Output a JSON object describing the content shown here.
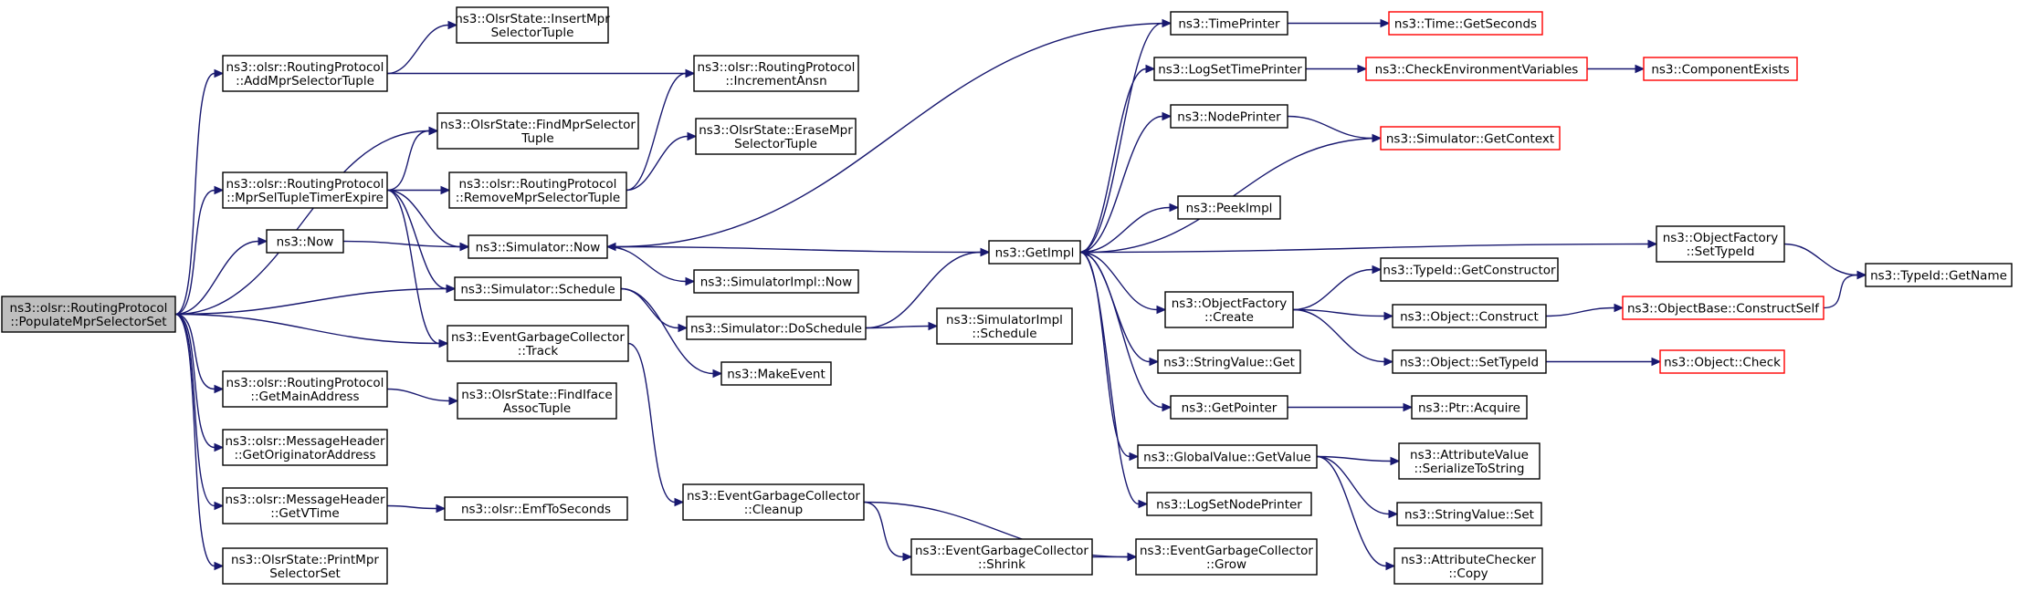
{
  "colors": {
    "edge": "#191970",
    "normal_border": "#000000",
    "truncated_border": "#ff0000",
    "root_fill": "#bfbfbf",
    "node_fill": "#ffffff"
  },
  "diagram": {
    "nodes": [
      {
        "id": "root",
        "lines": [
          "ns3::olsr::RoutingProtocol",
          "::PopulateMprSelectorSet"
        ],
        "kind": "root"
      },
      {
        "id": "addMprSel",
        "lines": [
          "ns3::olsr::RoutingProtocol",
          "::AddMprSelectorTuple"
        ],
        "kind": "normal"
      },
      {
        "id": "insertMpr",
        "lines": [
          "ns3::OlsrState::InsertMpr",
          "SelectorTuple"
        ],
        "kind": "normal"
      },
      {
        "id": "incAnsn",
        "lines": [
          "ns3::olsr::RoutingProtocol",
          "::IncrementAnsn"
        ],
        "kind": "normal"
      },
      {
        "id": "findMpr",
        "lines": [
          "ns3::OlsrState::FindMprSelector",
          "Tuple"
        ],
        "kind": "normal"
      },
      {
        "id": "eraseMpr",
        "lines": [
          "ns3::OlsrState::EraseMpr",
          "SelectorTuple"
        ],
        "kind": "normal"
      },
      {
        "id": "mprSelExpire",
        "lines": [
          "ns3::olsr::RoutingProtocol",
          "::MprSelTupleTimerExpire"
        ],
        "kind": "normal"
      },
      {
        "id": "removeMpr",
        "lines": [
          "ns3::olsr::RoutingProtocol",
          "::RemoveMprSelectorTuple"
        ],
        "kind": "normal"
      },
      {
        "id": "now",
        "lines": [
          "ns3::Now"
        ],
        "kind": "normal"
      },
      {
        "id": "simNow",
        "lines": [
          "ns3::Simulator::Now"
        ],
        "kind": "normal"
      },
      {
        "id": "simImplNow",
        "lines": [
          "ns3::SimulatorImpl::Now"
        ],
        "kind": "normal"
      },
      {
        "id": "simSchedule",
        "lines": [
          "ns3::Simulator::Schedule"
        ],
        "kind": "normal"
      },
      {
        "id": "simDoSchedule",
        "lines": [
          "ns3::Simulator::DoSchedule"
        ],
        "kind": "normal"
      },
      {
        "id": "simImplSchedule",
        "lines": [
          "ns3::SimulatorImpl",
          "::Schedule"
        ],
        "kind": "normal"
      },
      {
        "id": "egcTrack",
        "lines": [
          "ns3::EventGarbageCollector",
          "::Track"
        ],
        "kind": "normal"
      },
      {
        "id": "makeEvent",
        "lines": [
          "ns3::MakeEvent"
        ],
        "kind": "normal"
      },
      {
        "id": "getMainAddr",
        "lines": [
          "ns3::olsr::RoutingProtocol",
          "::GetMainAddress"
        ],
        "kind": "normal"
      },
      {
        "id": "findIface",
        "lines": [
          "ns3::OlsrState::FindIface",
          "AssocTuple"
        ],
        "kind": "normal"
      },
      {
        "id": "getOrigAddr",
        "lines": [
          "ns3::olsr::MessageHeader",
          "::GetOriginatorAddress"
        ],
        "kind": "normal"
      },
      {
        "id": "getVTime",
        "lines": [
          "ns3::olsr::MessageHeader",
          "::GetVTime"
        ],
        "kind": "normal"
      },
      {
        "id": "emfToSec",
        "lines": [
          "ns3::olsr::EmfToSeconds"
        ],
        "kind": "normal"
      },
      {
        "id": "printMpr",
        "lines": [
          "ns3::OlsrState::PrintMpr",
          "SelectorSet"
        ],
        "kind": "normal"
      },
      {
        "id": "egcCleanup",
        "lines": [
          "ns3::EventGarbageCollector",
          "::Cleanup"
        ],
        "kind": "normal"
      },
      {
        "id": "egcShrink",
        "lines": [
          "ns3::EventGarbageCollector",
          "::Shrink"
        ],
        "kind": "normal"
      },
      {
        "id": "egcGrow",
        "lines": [
          "ns3::EventGarbageCollector",
          "::Grow"
        ],
        "kind": "normal"
      },
      {
        "id": "getImpl",
        "lines": [
          "ns3::GetImpl"
        ],
        "kind": "normal"
      },
      {
        "id": "timePrinter",
        "lines": [
          "ns3::TimePrinter"
        ],
        "kind": "normal"
      },
      {
        "id": "timeGetSec",
        "lines": [
          "ns3::Time::GetSeconds"
        ],
        "kind": "truncated"
      },
      {
        "id": "logSetTime",
        "lines": [
          "ns3::LogSetTimePrinter"
        ],
        "kind": "normal"
      },
      {
        "id": "checkEnv",
        "lines": [
          "ns3::CheckEnvironmentVariables"
        ],
        "kind": "truncated"
      },
      {
        "id": "compExists",
        "lines": [
          "ns3::ComponentExists"
        ],
        "kind": "truncated"
      },
      {
        "id": "nodePrinter",
        "lines": [
          "ns3::NodePrinter"
        ],
        "kind": "normal"
      },
      {
        "id": "simGetCtx",
        "lines": [
          "ns3::Simulator::GetContext"
        ],
        "kind": "truncated"
      },
      {
        "id": "peekImpl",
        "lines": [
          "ns3::PeekImpl"
        ],
        "kind": "normal"
      },
      {
        "id": "ofSetTypeId",
        "lines": [
          "ns3::ObjectFactory",
          "::SetTypeId"
        ],
        "kind": "normal"
      },
      {
        "id": "typeIdGetName",
        "lines": [
          "ns3::TypeId::GetName"
        ],
        "kind": "normal"
      },
      {
        "id": "ofCreate",
        "lines": [
          "ns3::ObjectFactory",
          "::Create"
        ],
        "kind": "normal"
      },
      {
        "id": "typeIdGetCtor",
        "lines": [
          "ns3::TypeId::GetConstructor"
        ],
        "kind": "normal"
      },
      {
        "id": "objConstruct",
        "lines": [
          "ns3::Object::Construct"
        ],
        "kind": "normal"
      },
      {
        "id": "objBaseConstruct",
        "lines": [
          "ns3::ObjectBase::ConstructSelf"
        ],
        "kind": "truncated"
      },
      {
        "id": "objSetTypeId",
        "lines": [
          "ns3::Object::SetTypeId"
        ],
        "kind": "normal"
      },
      {
        "id": "objCheck",
        "lines": [
          "ns3::Object::Check"
        ],
        "kind": "truncated"
      },
      {
        "id": "strValGet",
        "lines": [
          "ns3::StringValue::Get"
        ],
        "kind": "normal"
      },
      {
        "id": "getPointer",
        "lines": [
          "ns3::GetPointer"
        ],
        "kind": "normal"
      },
      {
        "id": "ptrAcquire",
        "lines": [
          "ns3::Ptr::Acquire"
        ],
        "kind": "normal"
      },
      {
        "id": "globalGet",
        "lines": [
          "ns3::GlobalValue::GetValue"
        ],
        "kind": "normal"
      },
      {
        "id": "attrSerialize",
        "lines": [
          "ns3::AttributeValue",
          "::SerializeToString"
        ],
        "kind": "normal"
      },
      {
        "id": "strValSet",
        "lines": [
          "ns3::StringValue::Set"
        ],
        "kind": "normal"
      },
      {
        "id": "attrCheckerCopy",
        "lines": [
          "ns3::AttributeChecker",
          "::Copy"
        ],
        "kind": "normal"
      },
      {
        "id": "logSetNode",
        "lines": [
          "ns3::LogSetNodePrinter"
        ],
        "kind": "normal"
      }
    ],
    "edges": [
      [
        "root",
        "addMprSel"
      ],
      [
        "root",
        "findMpr"
      ],
      [
        "root",
        "mprSelExpire"
      ],
      [
        "root",
        "now"
      ],
      [
        "root",
        "simSchedule"
      ],
      [
        "root",
        "egcTrack"
      ],
      [
        "root",
        "getMainAddr"
      ],
      [
        "root",
        "getOrigAddr"
      ],
      [
        "root",
        "getVTime"
      ],
      [
        "root",
        "printMpr"
      ],
      [
        "addMprSel",
        "insertMpr"
      ],
      [
        "addMprSel",
        "incAnsn"
      ],
      [
        "mprSelExpire",
        "findMpr"
      ],
      [
        "mprSelExpire",
        "removeMpr"
      ],
      [
        "mprSelExpire",
        "simNow"
      ],
      [
        "mprSelExpire",
        "simSchedule"
      ],
      [
        "mprSelExpire",
        "egcTrack"
      ],
      [
        "removeMpr",
        "incAnsn"
      ],
      [
        "removeMpr",
        "eraseMpr"
      ],
      [
        "now",
        "simNow"
      ],
      [
        "simNow",
        "getImpl"
      ],
      [
        "simNow",
        "simImplNow"
      ],
      [
        "simSchedule",
        "simDoSchedule"
      ],
      [
        "simSchedule",
        "makeEvent"
      ],
      [
        "simDoSchedule",
        "getImpl"
      ],
      [
        "simDoSchedule",
        "simImplSchedule"
      ],
      [
        "egcTrack",
        "egcCleanup"
      ],
      [
        "egcCleanup",
        "egcShrink"
      ],
      [
        "egcCleanup",
        "egcGrow"
      ],
      [
        "egcShrink",
        "egcGrow"
      ],
      [
        "getMainAddr",
        "findIface"
      ],
      [
        "getVTime",
        "emfToSec"
      ],
      [
        "timePrinter",
        "simNow"
      ],
      [
        "timePrinter",
        "timeGetSec"
      ],
      [
        "getImpl",
        "timePrinter"
      ],
      [
        "getImpl",
        "logSetTime"
      ],
      [
        "getImpl",
        "nodePrinter"
      ],
      [
        "getImpl",
        "peekImpl"
      ],
      [
        "getImpl",
        "ofSetTypeId"
      ],
      [
        "getImpl",
        "ofCreate"
      ],
      [
        "getImpl",
        "strValGet"
      ],
      [
        "getImpl",
        "getPointer"
      ],
      [
        "getImpl",
        "globalGet"
      ],
      [
        "getImpl",
        "logSetNode"
      ],
      [
        "logSetTime",
        "checkEnv"
      ],
      [
        "checkEnv",
        "compExists"
      ],
      [
        "nodePrinter",
        "simGetCtx"
      ],
      [
        "simGetCtx",
        "getImpl"
      ],
      [
        "ofSetTypeId",
        "typeIdGetName"
      ],
      [
        "ofCreate",
        "typeIdGetCtor"
      ],
      [
        "ofCreate",
        "objConstruct"
      ],
      [
        "ofCreate",
        "objSetTypeId"
      ],
      [
        "objConstruct",
        "objBaseConstruct"
      ],
      [
        "objBaseConstruct",
        "typeIdGetName"
      ],
      [
        "objSetTypeId",
        "objCheck"
      ],
      [
        "getPointer",
        "ptrAcquire"
      ],
      [
        "globalGet",
        "attrSerialize"
      ],
      [
        "globalGet",
        "strValSet"
      ],
      [
        "globalGet",
        "attrCheckerCopy"
      ]
    ]
  }
}
